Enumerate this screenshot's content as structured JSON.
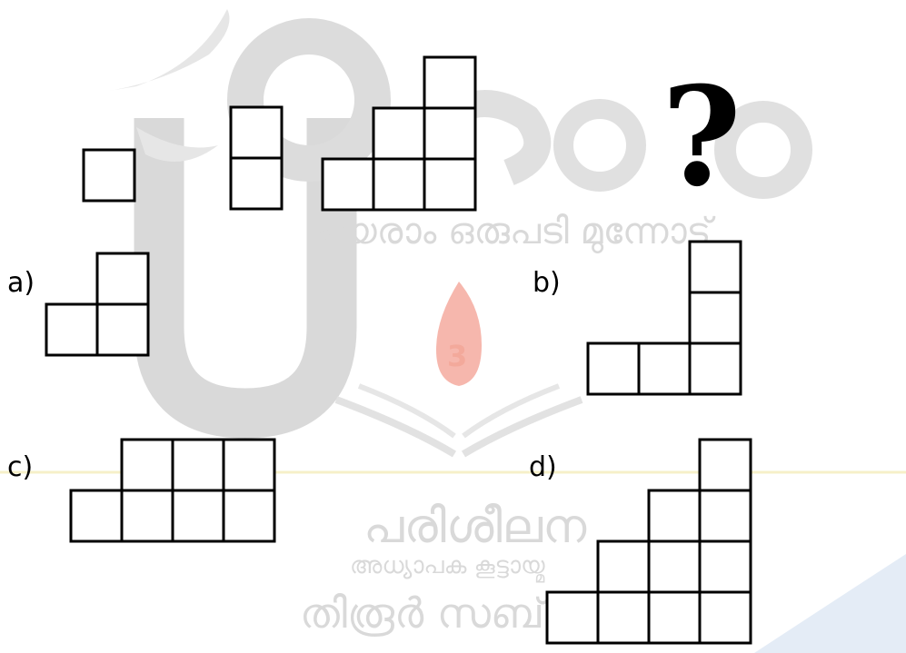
{
  "question_mark": "?",
  "options": {
    "a": "a)",
    "b": "b)",
    "c": "c)",
    "d": "d)"
  },
  "watermark": {
    "line1": "ഉയരാം ഒരുപടി മുന്നോട്ട്",
    "line2": "പരിശീലന",
    "line3": "അധ്യാപക കൂട്ടായ്മ",
    "line4": "തിരൂർ സബ്",
    "number": "3"
  },
  "colors": {
    "grid": "#000000",
    "watermark": "#d6d6d6",
    "flame": "#f7b3a8"
  }
}
